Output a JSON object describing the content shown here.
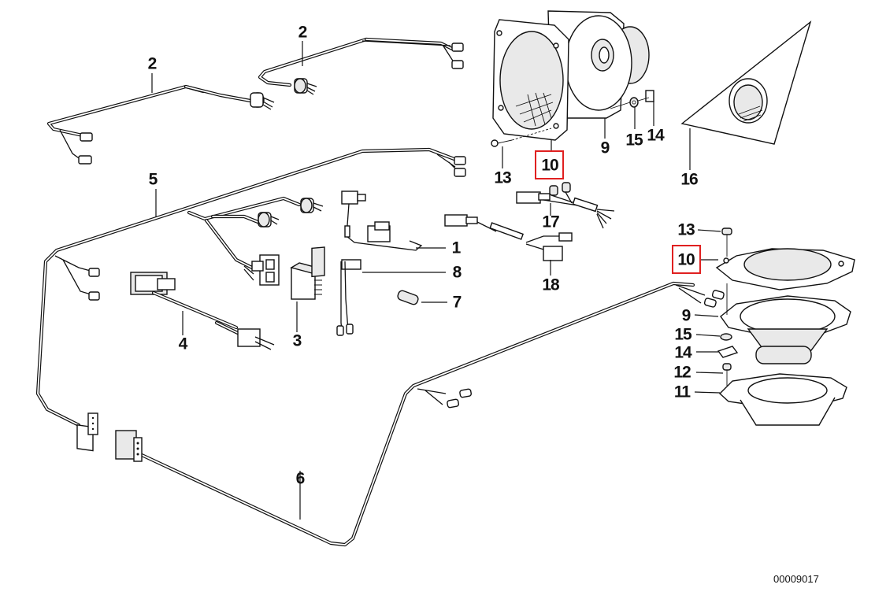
{
  "diagram": {
    "title": "Loudspeaker and wiring harness parts diagram",
    "document_number": "00009017",
    "highlight_color": "#e02020",
    "highlighted_part": "10",
    "callouts": [
      {
        "id": "c2a",
        "number": "2",
        "part": "speaker-cable-left"
      },
      {
        "id": "c2b",
        "number": "2",
        "part": "speaker-cable-right"
      },
      {
        "id": "c5",
        "number": "5",
        "part": "main-wiring-harness"
      },
      {
        "id": "c1",
        "number": "1",
        "part": "connector-lead"
      },
      {
        "id": "c8",
        "number": "8",
        "part": "switch-lead"
      },
      {
        "id": "c7",
        "number": "7",
        "part": "plug-pin"
      },
      {
        "id": "c4",
        "number": "4",
        "part": "adapter-cable"
      },
      {
        "id": "c3",
        "number": "3",
        "part": "relay-module"
      },
      {
        "id": "c6",
        "number": "6",
        "part": "rear-wiring-harness"
      },
      {
        "id": "c10a",
        "number": "10",
        "part": "speaker-cover-square",
        "highlighted": true
      },
      {
        "id": "c13a",
        "number": "13",
        "part": "screw-upper"
      },
      {
        "id": "c9a",
        "number": "9",
        "part": "speaker-square"
      },
      {
        "id": "c15a",
        "number": "15",
        "part": "washer-upper"
      },
      {
        "id": "c14a",
        "number": "14",
        "part": "clip-nut-upper"
      },
      {
        "id": "c16",
        "number": "16",
        "part": "tweeter-trim-triangle"
      },
      {
        "id": "c17",
        "number": "17",
        "part": "speaker-lead-upper"
      },
      {
        "id": "c18",
        "number": "18",
        "part": "speaker-lead-lower"
      },
      {
        "id": "c13b",
        "number": "13",
        "part": "screw-lower"
      },
      {
        "id": "c10b",
        "number": "10",
        "part": "speaker-cover-oval",
        "highlighted": true
      },
      {
        "id": "c9b",
        "number": "9",
        "part": "speaker-oval"
      },
      {
        "id": "c15b",
        "number": "15",
        "part": "washer-lower"
      },
      {
        "id": "c14b",
        "number": "14",
        "part": "clip-nut-lower"
      },
      {
        "id": "c12",
        "number": "12",
        "part": "screw-small"
      },
      {
        "id": "c11",
        "number": "11",
        "part": "speaker-housing"
      }
    ]
  }
}
